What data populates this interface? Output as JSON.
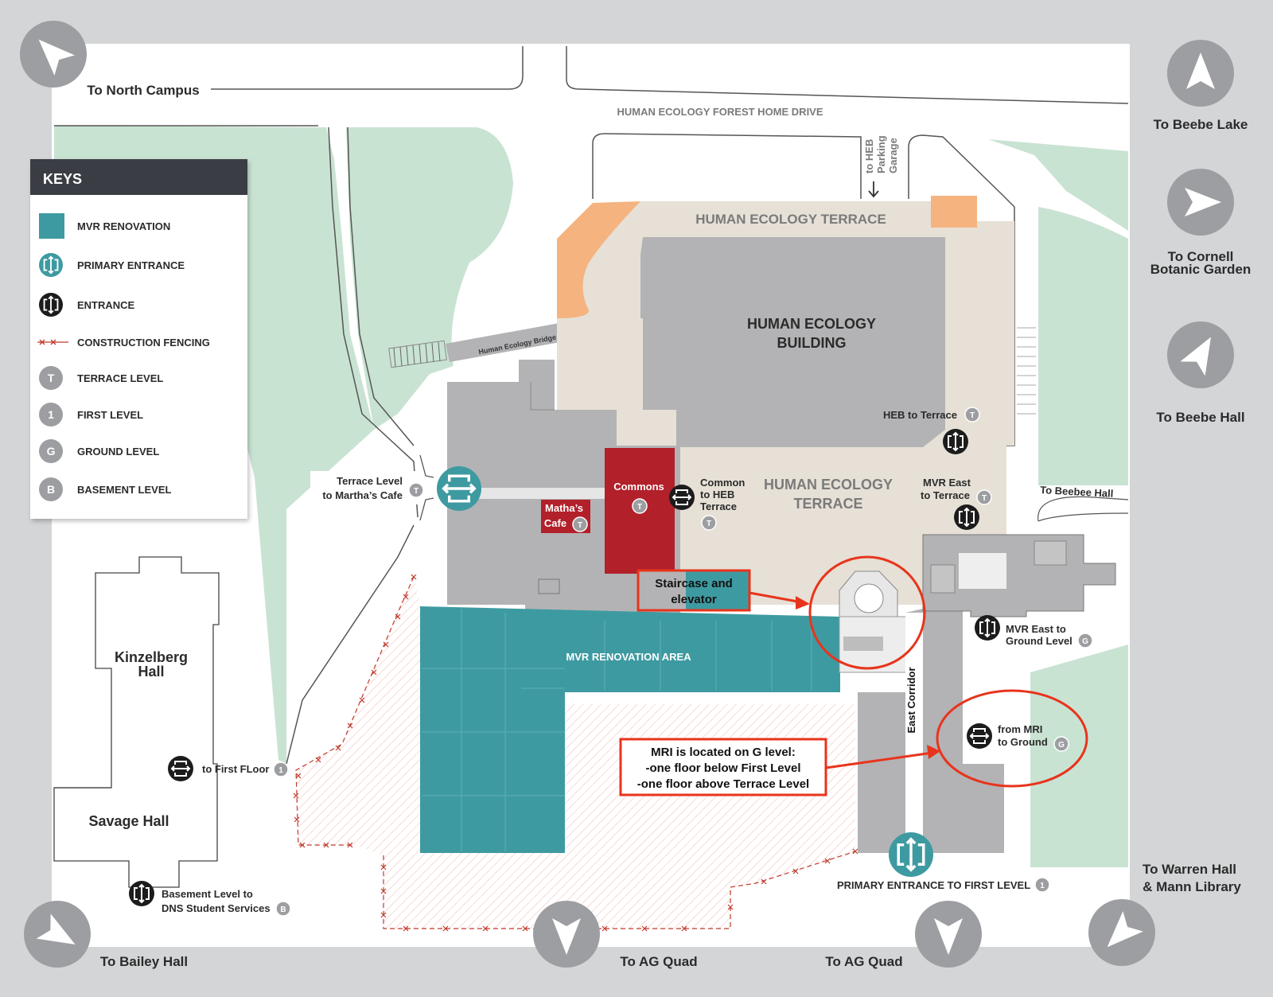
{
  "colors": {
    "frame": "#d4d5d7",
    "canvas": "#ffffff",
    "green_space": "#c9e3d3",
    "terrace": "#e6e0d6",
    "building": "#b3b3b5",
    "building_dark": "#a6a6a8",
    "renovation": "#3e9aa1",
    "commons": "#b2202a",
    "orange": "#f5b37f",
    "fence": "#c0392b",
    "callout": "#e8341c",
    "keys_header": "#3b3e45",
    "arrow_circle": "#9d9ea1"
  },
  "keys": {
    "title": "KEYS",
    "items": [
      {
        "label": "MVR RENOVATION",
        "icon": "teal-swatch"
      },
      {
        "label": "PRIMARY ENTRANCE",
        "icon": "primary-entrance-icon"
      },
      {
        "label": "ENTRANCE",
        "icon": "entrance-icon"
      },
      {
        "label": "CONSTRUCTION FENCING",
        "icon": "fence-icon"
      },
      {
        "label": "TERRACE LEVEL",
        "badge": "T"
      },
      {
        "label": "FIRST LEVEL",
        "badge": "1"
      },
      {
        "label": "GROUND LEVEL",
        "badge": "G"
      },
      {
        "label": "BASEMENT LEVEL",
        "badge": "B"
      }
    ]
  },
  "directions": {
    "north_campus": "To North Campus",
    "beebe_lake": "To Beebe Lake",
    "botanic_1": "To Cornell",
    "botanic_2": "Botanic Garden",
    "beebe_hall": "To Beebe Hall",
    "warren_1": "To Warren Hall",
    "warren_2": "& Mann Library",
    "bailey": "To Bailey Hall",
    "ag_quad_1": "To AG Quad",
    "ag_quad_2": "To AG Quad"
  },
  "map": {
    "forest_home_drive": "HUMAN ECOLOGY FOREST HOME DRIVE",
    "heb_garage_1": "to HEB",
    "heb_garage_2": "Parking",
    "heb_garage_3": "Garage",
    "terrace_top": "HUMAN ECOLOGY TERRACE",
    "building_1": "HUMAN ECOLOGY",
    "building_2": "BUILDING",
    "bridge": "Human Ecology Bridge",
    "heb_to_terrace": "HEB to Terrace",
    "terrace_mid_1": "HUMAN ECOLOGY",
    "terrace_mid_2": "TERRACE",
    "commons": "Commons",
    "common_heb_1": "Common",
    "common_heb_2": "to HEB",
    "common_heb_3": "Terrace",
    "mvr_east_terrace_1": "MVR East",
    "mvr_east_terrace_2": "to Terrace",
    "marthas_1": "Matha’s",
    "marthas_2": "Cafe",
    "terrace_cafe_1": "Terrace Level",
    "terrace_cafe_2": "to Martha’s Cafe",
    "to_beebee_hall": "To Beebee Hall",
    "staircase_1": "Staircase and",
    "staircase_2": "elevator",
    "renovation_area": "MVR RENOVATION AREA",
    "east_corridor": "East Corridor",
    "mvr_east_ground_1": "MVR East to",
    "mvr_east_ground_2": "Ground Level",
    "mri_1": "MRI is located on G level:",
    "mri_2": "-one floor below First Level",
    "mri_3": "-one floor above Terrace Level",
    "from_mri_1": "from MRI",
    "from_mri_2": "to Ground",
    "kinzelberg_1": "Kinzelberg",
    "kinzelberg_2": "Hall",
    "savage": "Savage Hall",
    "first_floor": "to First FLoor",
    "basement_1": "Basement Level to",
    "basement_2": "DNS Student Services",
    "primary_entrance": "PRIMARY ENTRANCE TO FIRST LEVEL",
    "badge_t": "T",
    "badge_1": "1",
    "badge_g": "G",
    "badge_b": "B"
  }
}
